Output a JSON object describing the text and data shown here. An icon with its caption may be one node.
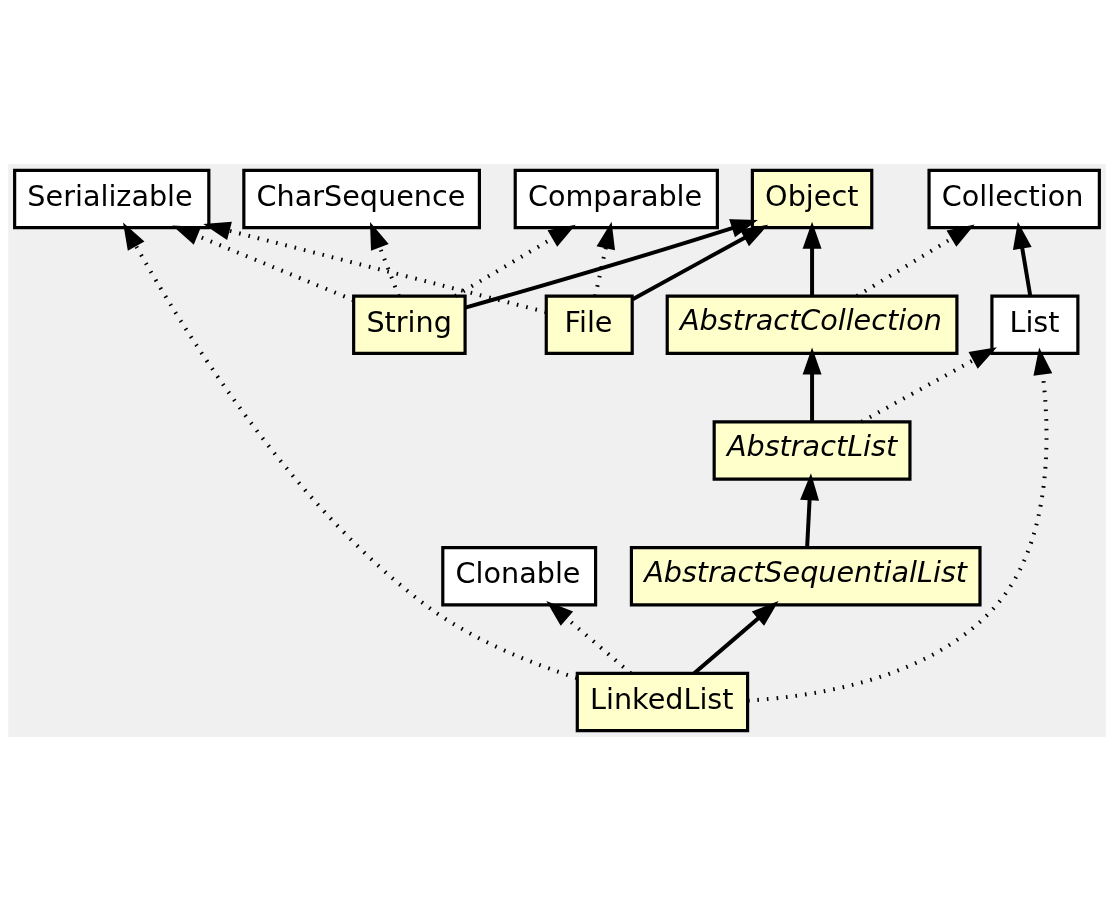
{
  "diagram": {
    "nodes": [
      {
        "text": [
          "CharSequence"
        ]
      },
      {
        "text": [
          "Comparable"
        ]
      },
      {
        "text": [
          "Object"
        ]
      },
      {
        "text": [
          "Serializable"
        ]
      },
      {
        "text": [
          "Clonable"
        ]
      },
      {
        "text": [
          "String"
        ]
      },
      {
        "text": [
          "File"
        ]
      },
      {
        "text": [
          "Collection"
        ]
      },
      {
        "text": [
          "List"
        ]
      },
      {
        "text": [
          "AbstractCollection"
        ]
      },
      {
        "text": [
          "AbstractList"
        ]
      },
      {
        "text": [
          "AbstractSequentialList"
        ]
      },
      {
        "text": [
          "LinkedList"
        ]
      }
    ],
    "edges": [
      {
        "from": 5,
        "to": 0,
        "arrow": "to",
        "style": "dashed"
      },
      {
        "from": 5,
        "to": 1,
        "arrow": "to",
        "style": "dashed"
      },
      {
        "from": 5,
        "to": 2,
        "arrow": "to"
      },
      {
        "from": 5,
        "to": 3,
        "arrow": "to",
        "style": "dashed"
      },
      {
        "from": 6,
        "to": 1,
        "arrow": "to",
        "style": "dashed"
      },
      {
        "from": 6,
        "to": 2,
        "arrow": "to"
      },
      {
        "from": 6,
        "to": 3,
        "arrow": "to",
        "style": "dashed"
      },
      {
        "from": 9,
        "to": 2,
        "arrow": "to"
      },
      {
        "from": 9,
        "to": 7,
        "arrow": "to",
        "style": "dashed"
      },
      {
        "from": 8,
        "to": 7,
        "arrow": "to"
      },
      {
        "from": 10,
        "to": 8,
        "arrow": "to",
        "style": "dashed"
      },
      {
        "from": 10,
        "to": 9,
        "arrow": "to"
      },
      {
        "from": 11,
        "to": 10,
        "arrow": "to"
      },
      {
        "from": 12,
        "to": 11,
        "arrow": "to"
      },
      {
        "from": 12,
        "to": 4,
        "arrow": "to",
        "style": "dashed"
      },
      {
        "from": 12,
        "to": 8,
        "arrow": "to",
        "style": "dashed"
      },
      {
        "from": 12,
        "to": 3,
        "arrow": "to",
        "style": "dashed"
      }
    ]
  }
}
